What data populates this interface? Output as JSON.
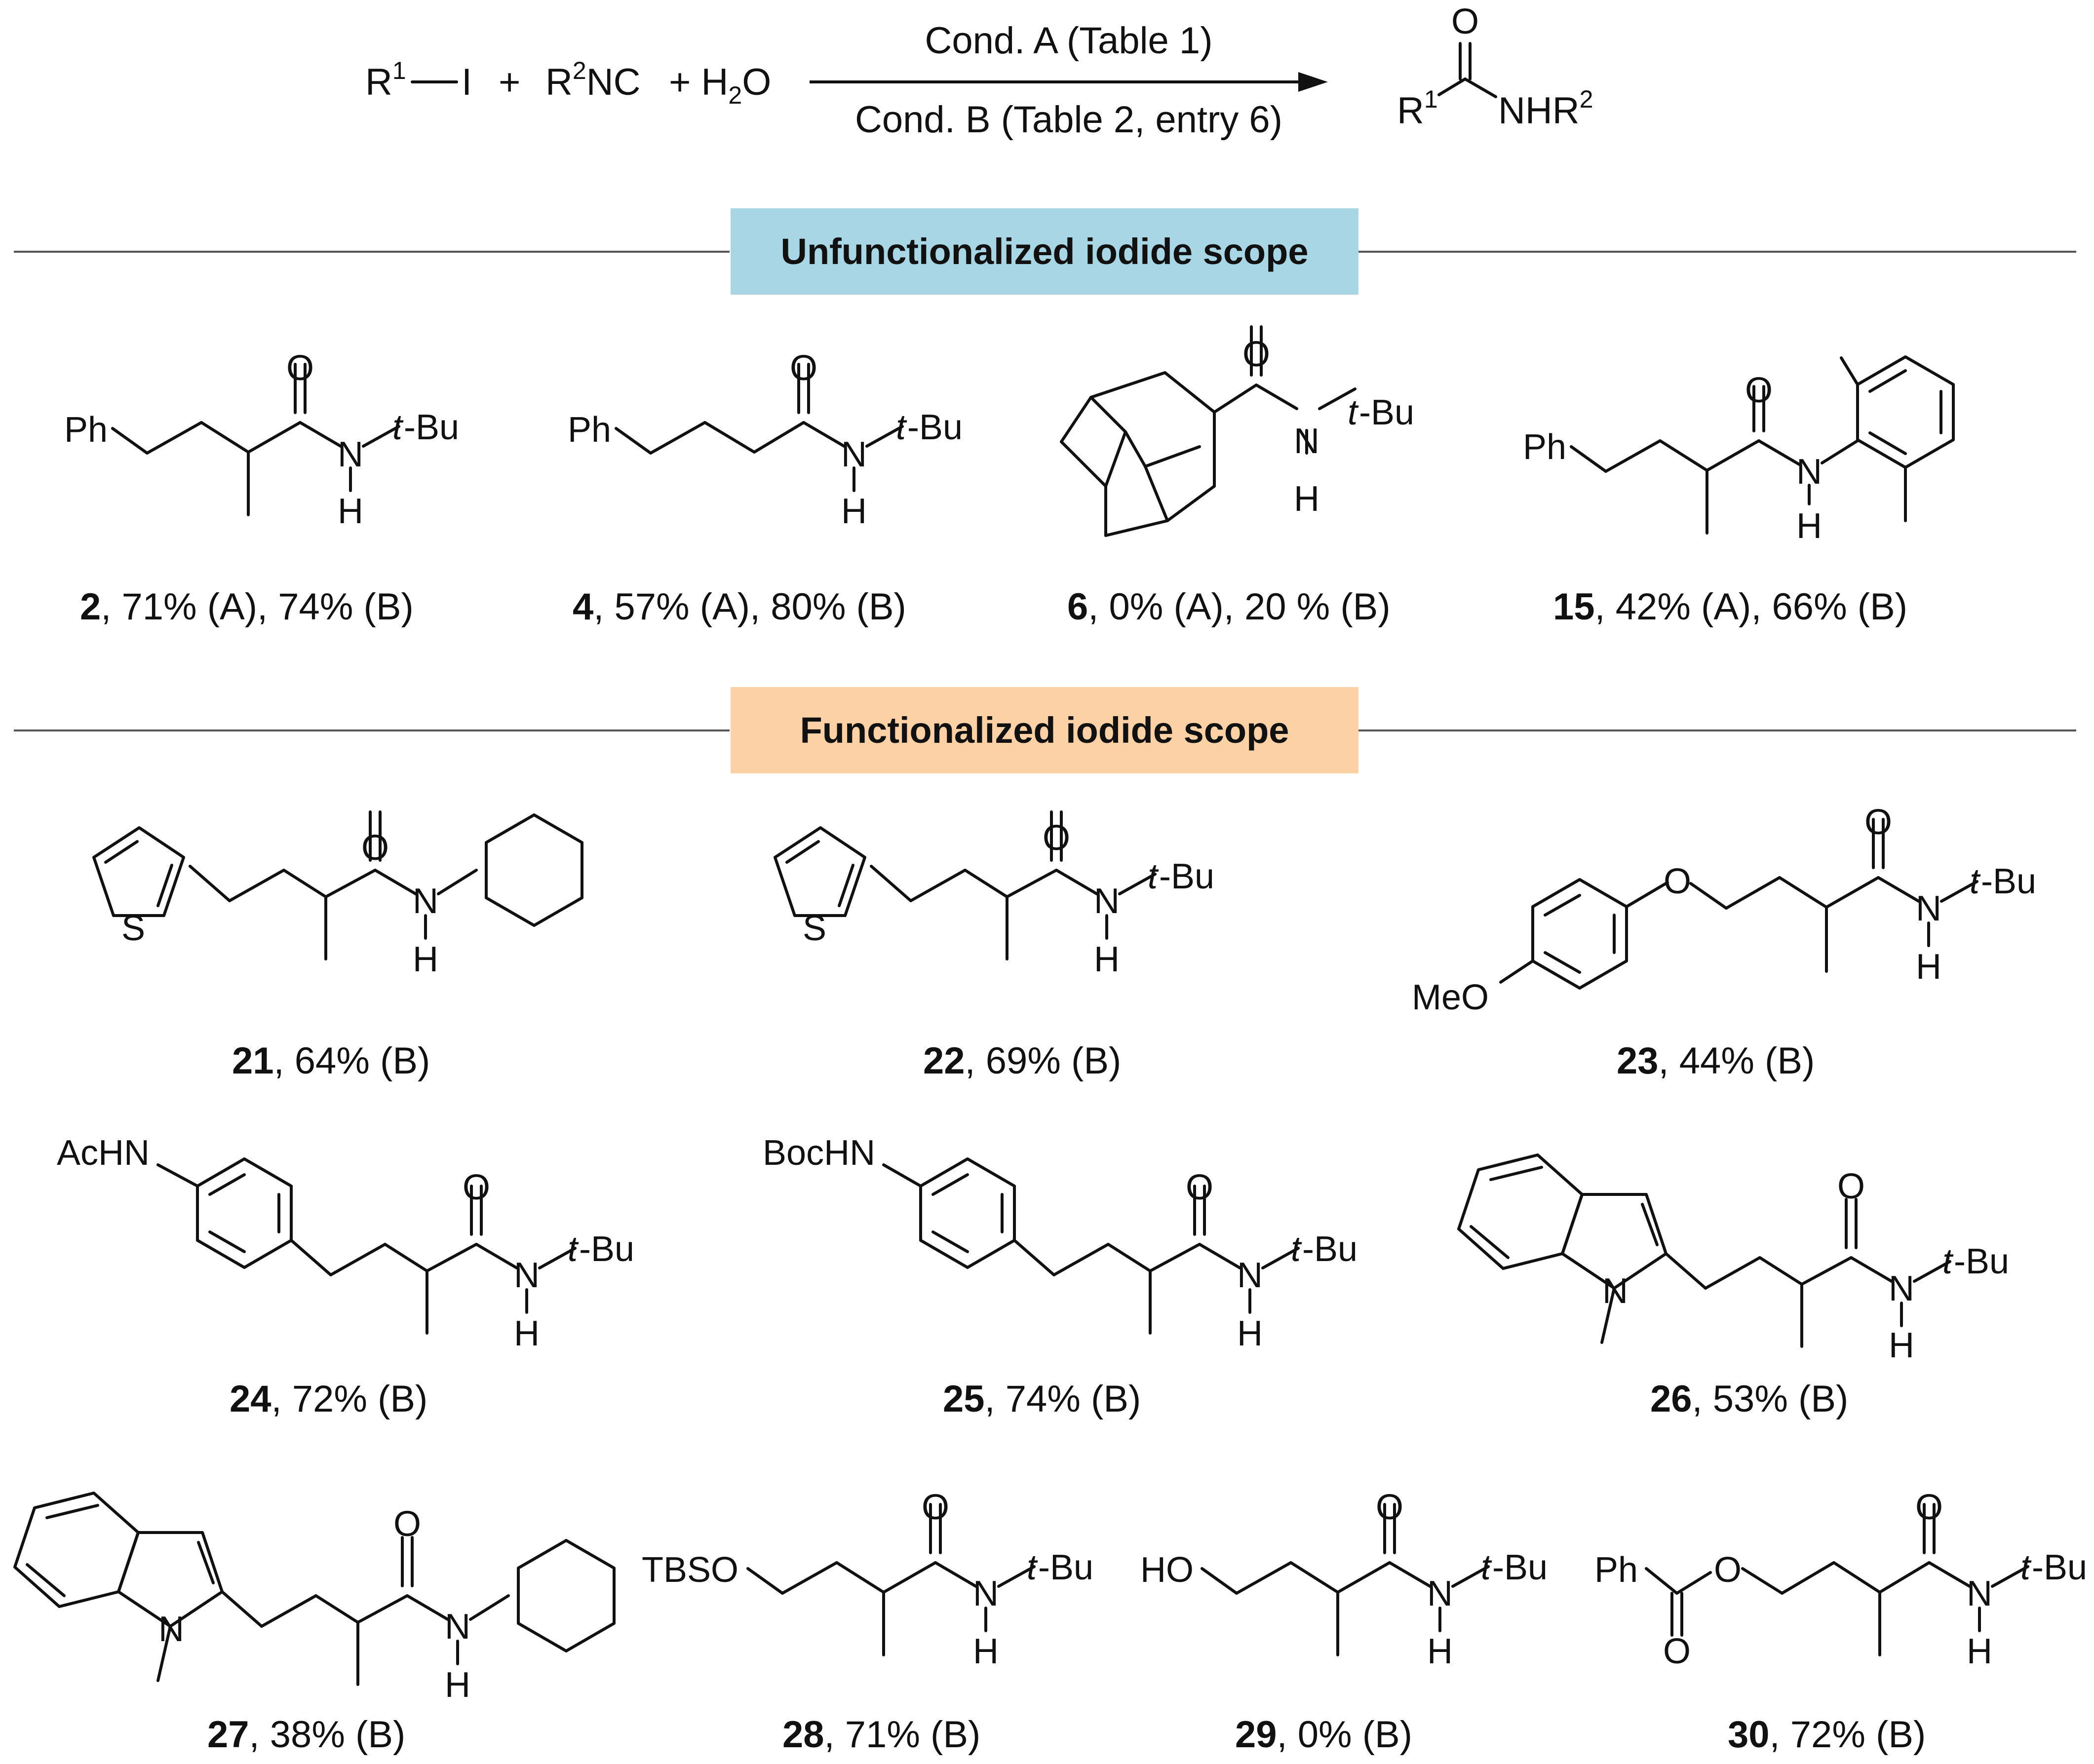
{
  "reaction": {
    "r1": "R",
    "r1_sup": "1",
    "iodine": "I",
    "plus": "+",
    "r2": "R",
    "r2_sup": "2",
    "nc": "NC",
    "plus2": "+ H",
    "water_sub": "2",
    "water_o": "O",
    "cond_a": "Cond. A (Table 1)",
    "cond_b": "Cond. B (Table 2, entry 6)",
    "prod_o": "O",
    "prod_r": "R",
    "prod_r_sup": "1",
    "prod_nhr": "NHR",
    "prod_nhr_sup": "2"
  },
  "sections": {
    "unfunctionalized": "Unfunctionalized iodide scope",
    "functionalized": "Functionalized iodide scope"
  },
  "colors": {
    "band_blue": "#a9d6e4",
    "band_orange": "#fcd1a6"
  },
  "atoms": {
    "ph": "Ph",
    "o": "O",
    "n": "N",
    "h": "H",
    "tbu_t": "t",
    "tbu_bu": "-Bu",
    "s": "S",
    "meo": "MeO",
    "achn": "AcHN",
    "bochn": "BocHN",
    "tbso": "TBSO",
    "ho": "HO"
  },
  "compounds": [
    {
      "id": "2",
      "rest": ", 71% (A), 74% (B)"
    },
    {
      "id": "4",
      "rest": ", 57% (A), 80% (B)"
    },
    {
      "id": "6",
      "rest": ", 0% (A), 20 % (B)"
    },
    {
      "id": "15",
      "rest": ", 42% (A), 66% (B)"
    },
    {
      "id": "21",
      "rest": ", 64% (B)"
    },
    {
      "id": "22",
      "rest": ", 69% (B)"
    },
    {
      "id": "23",
      "rest": ", 44% (B)"
    },
    {
      "id": "24",
      "rest": ", 72% (B)"
    },
    {
      "id": "25",
      "rest": ", 74% (B)"
    },
    {
      "id": "26",
      "rest": ", 53% (B)"
    },
    {
      "id": "27",
      "rest": ", 38% (B)"
    },
    {
      "id": "28",
      "rest": ", 71% (B)"
    },
    {
      "id": "29",
      "rest": ", 0% (B)"
    },
    {
      "id": "30",
      "rest": ", 72% (B)"
    }
  ]
}
